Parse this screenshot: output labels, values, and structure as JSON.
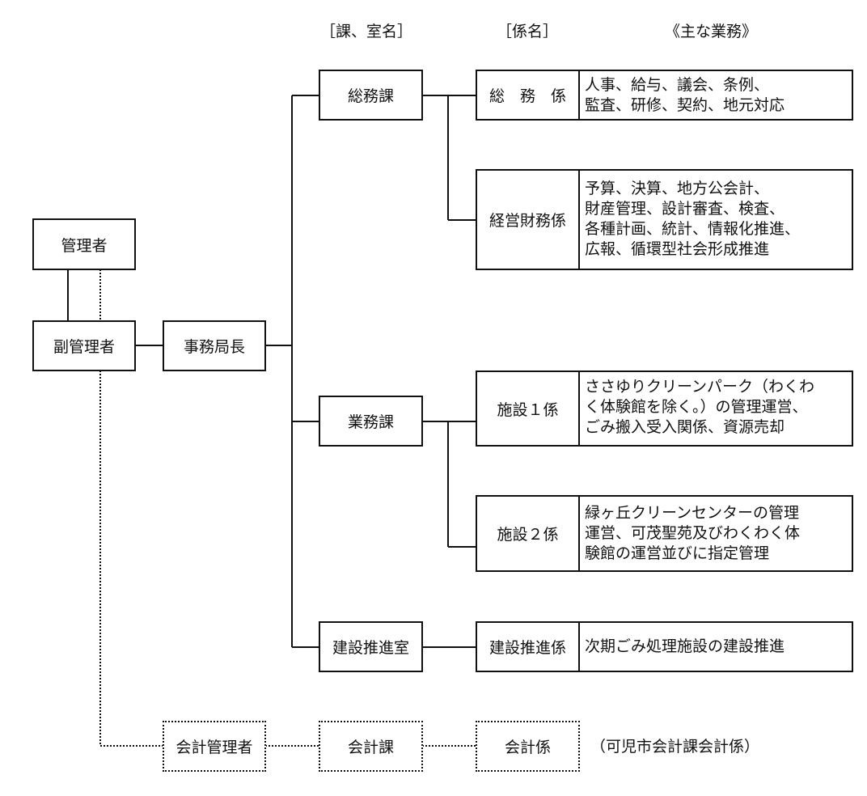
{
  "headers": {
    "section": "［課、室名］",
    "unit": "［係名］",
    "duties": "《主な業務》"
  },
  "positions": {
    "administrator": "管理者",
    "vice_administrator": "副管理者",
    "secretary_general": "事務局長",
    "accounting_manager": "会計管理者"
  },
  "sections": {
    "general_affairs": "総務課",
    "operations": "業務課",
    "construction": "建設推進室",
    "accounting": "会計課"
  },
  "units": {
    "general_affairs": "総　務　係",
    "finance": "経営財務係",
    "facility1": "施設１係",
    "facility2": "施設２係",
    "construction": "建設推進係",
    "accounting": "会計係"
  },
  "duties": {
    "general_affairs": "人事、給与、議会、条例、\n監査、研修、契約、地元対応",
    "finance": "予算、決算、地方公会計、\n財産管理、設計審査、検査、\n各種計画、統計、情報化推進、\n広報、循環型社会形成推進",
    "facility1": "ささゆりクリーンパーク（わくわ\nく体験館を除く。）の管理運営、\nごみ搬入受入関係、資源売却",
    "facility2": "緑ヶ丘クリーンセンターの管理\n運営、可茂聖苑及びわくわく体\n験館の運営並びに指定管理",
    "construction": "次期ごみ処理施設の建設推進"
  },
  "notes": {
    "accounting_unit": "（可児市会計課会計係）"
  }
}
